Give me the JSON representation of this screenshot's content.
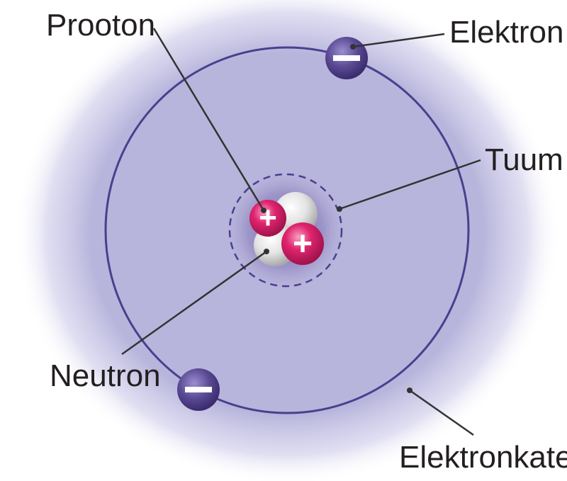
{
  "labels": {
    "proton": "Prooton",
    "electron": "Elektron",
    "nucleus": "Tuum",
    "neutron": "Neutron",
    "electron_shell": "Elektronkate"
  },
  "symbols": {
    "positive": "+",
    "negative": "−"
  },
  "colors": {
    "cloud": "#b8b5dc",
    "orbit": "#4b3f8e",
    "proton": "#e0246e",
    "neutron": "#d9d9d9",
    "electron": "#5a4a94",
    "leader": "#333333",
    "text": "#231f20"
  }
}
